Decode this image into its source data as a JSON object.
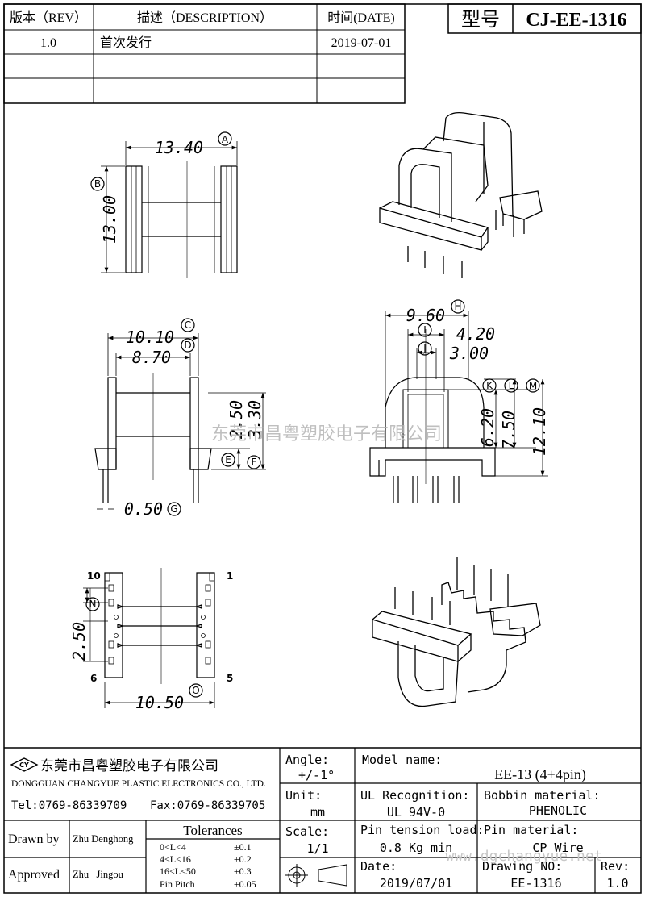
{
  "revision_table": {
    "headers": {
      "rev": "版本（REV）",
      "description": "描述（DESCRIPTION）",
      "date": "时间(DATE)"
    },
    "rows": [
      {
        "rev": "1.0",
        "description": "首次发行",
        "date": "2019-07-01"
      }
    ]
  },
  "model_box": {
    "label": "型号",
    "value": "CJ-EE-1316"
  },
  "dimensions": {
    "A": {
      "value": "13.40",
      "tag": "A"
    },
    "B": {
      "value": "13.00",
      "tag": "B"
    },
    "C": {
      "value": "10.10",
      "tag": "C"
    },
    "D": {
      "value": "8.70",
      "tag": "D"
    },
    "E": {
      "value": "2.50",
      "tag": "E"
    },
    "F": {
      "value": "3.30",
      "tag": "F"
    },
    "G": {
      "value": "0.50",
      "tag": "G"
    },
    "H": {
      "value": "9.60",
      "tag": "H"
    },
    "I": {
      "value": "4.20",
      "tag": "I"
    },
    "J": {
      "value": "3.00",
      "tag": "J"
    },
    "K": {
      "value": "6.20",
      "tag": "K"
    },
    "L": {
      "value": "7.50",
      "tag": "L"
    },
    "M": {
      "value": "12.10",
      "tag": "M"
    },
    "N": {
      "value": "2.50",
      "tag": "N"
    },
    "O": {
      "value": "10.50",
      "tag": "O"
    }
  },
  "pin_numbers": {
    "p10": "10",
    "p1": "1",
    "p6": "6",
    "p5": "5"
  },
  "watermark": "东莞市昌粤塑胶电子有限公司",
  "company": {
    "logo_text": "CY",
    "name_cn": "东莞市昌粤塑胶电子有限公司",
    "name_en": "DONGGUAN CHANGYUE PLASTIC ELECTRONICS CO., LTD.",
    "tel": "Tel:0769-86339709",
    "fax": "Fax:0769-86339705"
  },
  "title_block": {
    "angle_label": "Angle:",
    "angle_value": "+/-1°",
    "unit_label": "Unit:",
    "unit_value": "mm",
    "scale_label": "Scale:",
    "scale_value": "1/1",
    "model_name_label": "Model name:",
    "model_name_value": "EE-13 (4+4pin)",
    "ul_label": "UL Recognition:",
    "ul_value": "UL 94V-0",
    "bobbin_label": "Bobbin material:",
    "bobbin_value": "PHENOLIC",
    "pin_tension_label": "Pin tension load:",
    "pin_tension_value": "0.8 Kg min",
    "pin_material_label": "Pin material:",
    "pin_material_value": "CP Wire",
    "date_label": "Date:",
    "date_value": "2019/07/01",
    "drawing_no_label": "Drawing NO:",
    "drawing_no_value": "EE-1316",
    "rev_label": "Rev:",
    "rev_value": "1.0",
    "drawn_by_label": "Drawn by",
    "drawn_by_value": "Zhu Denghong",
    "approved_label": "Approved",
    "approved_value": "Zhu   Jingou",
    "tolerances_title": "Tolerances",
    "tolerances": [
      {
        "range": "0<L<4",
        "value": "±0.1"
      },
      {
        "range": "4<L<16",
        "value": "±0.2"
      },
      {
        "range": "16<L<50",
        "value": "±0.3"
      },
      {
        "range": "Pin Pitch",
        "value": "±0.05"
      }
    ],
    "website": "www.dgchangyue.net"
  }
}
